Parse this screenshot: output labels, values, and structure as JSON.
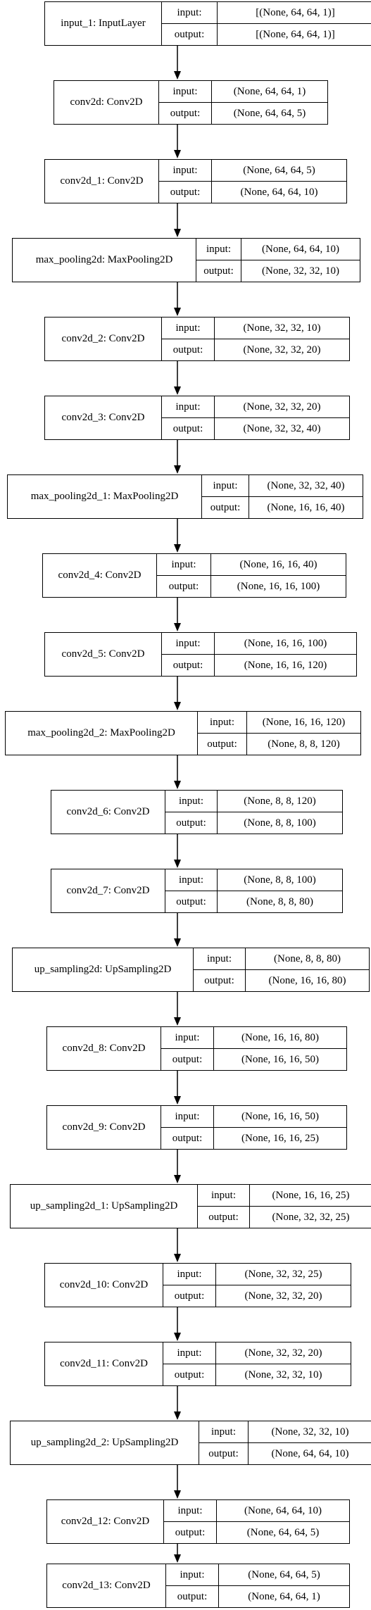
{
  "layers": [
    {
      "name": "input_1: InputLayer",
      "input_label": "input:",
      "output_label": "output:",
      "input": "[(None, 64, 64, 1)]",
      "output": "[(None, 64, 64, 1)]"
    },
    {
      "name": "conv2d: Conv2D",
      "input_label": "input:",
      "output_label": "output:",
      "input": "(None, 64, 64, 1)",
      "output": "(None, 64, 64, 5)"
    },
    {
      "name": "conv2d_1: Conv2D",
      "input_label": "input:",
      "output_label": "output:",
      "input": "(None, 64, 64, 5)",
      "output": "(None, 64, 64, 10)"
    },
    {
      "name": "max_pooling2d: MaxPooling2D",
      "input_label": "input:",
      "output_label": "output:",
      "input": "(None, 64, 64, 10)",
      "output": "(None, 32, 32, 10)"
    },
    {
      "name": "conv2d_2: Conv2D",
      "input_label": "input:",
      "output_label": "output:",
      "input": "(None, 32, 32, 10)",
      "output": "(None, 32, 32, 20)"
    },
    {
      "name": "conv2d_3: Conv2D",
      "input_label": "input:",
      "output_label": "output:",
      "input": "(None, 32, 32, 20)",
      "output": "(None, 32, 32, 40)"
    },
    {
      "name": "max_pooling2d_1: MaxPooling2D",
      "input_label": "input:",
      "output_label": "output:",
      "input": "(None, 32, 32, 40)",
      "output": "(None, 16, 16, 40)"
    },
    {
      "name": "conv2d_4: Conv2D",
      "input_label": "input:",
      "output_label": "output:",
      "input": "(None, 16, 16, 40)",
      "output": "(None, 16, 16, 100)"
    },
    {
      "name": "conv2d_5: Conv2D",
      "input_label": "input:",
      "output_label": "output:",
      "input": "(None, 16, 16, 100)",
      "output": "(None, 16, 16, 120)"
    },
    {
      "name": "max_pooling2d_2: MaxPooling2D",
      "input_label": "input:",
      "output_label": "output:",
      "input": "(None, 16, 16, 120)",
      "output": "(None, 8, 8, 120)"
    },
    {
      "name": "conv2d_6: Conv2D",
      "input_label": "input:",
      "output_label": "output:",
      "input": "(None, 8, 8, 120)",
      "output": "(None, 8, 8, 100)"
    },
    {
      "name": "conv2d_7: Conv2D",
      "input_label": "input:",
      "output_label": "output:",
      "input": "(None, 8, 8, 100)",
      "output": "(None, 8, 8, 80)"
    },
    {
      "name": "up_sampling2d: UpSampling2D",
      "input_label": "input:",
      "output_label": "output:",
      "input": "(None, 8, 8, 80)",
      "output": "(None, 16, 16, 80)"
    },
    {
      "name": "conv2d_8: Conv2D",
      "input_label": "input:",
      "output_label": "output:",
      "input": "(None, 16, 16, 80)",
      "output": "(None, 16, 16, 50)"
    },
    {
      "name": "conv2d_9: Conv2D",
      "input_label": "input:",
      "output_label": "output:",
      "input": "(None, 16, 16, 50)",
      "output": "(None, 16, 16, 25)"
    },
    {
      "name": "up_sampling2d_1: UpSampling2D",
      "input_label": "input:",
      "output_label": "output:",
      "input": "(None, 16, 16, 25)",
      "output": "(None, 32, 32, 25)"
    },
    {
      "name": "conv2d_10: Conv2D",
      "input_label": "input:",
      "output_label": "output:",
      "input": "(None, 32, 32, 25)",
      "output": "(None, 32, 32, 20)"
    },
    {
      "name": "conv2d_11: Conv2D",
      "input_label": "input:",
      "output_label": "output:",
      "input": "(None, 32, 32, 20)",
      "output": "(None, 32, 32, 10)"
    },
    {
      "name": "up_sampling2d_2: UpSampling2D",
      "input_label": "input:",
      "output_label": "output:",
      "input": "(None, 32, 32, 10)",
      "output": "(None, 64, 64, 10)"
    },
    {
      "name": "conv2d_12: Conv2D",
      "input_label": "input:",
      "output_label": "output:",
      "input": "(None, 64, 64, 10)",
      "output": "(None, 64, 64, 5)"
    },
    {
      "name": "conv2d_13: Conv2D",
      "input_label": "input:",
      "output_label": "output:",
      "input": "(None, 64, 64, 5)",
      "output": "(None, 64, 64, 1)"
    }
  ]
}
